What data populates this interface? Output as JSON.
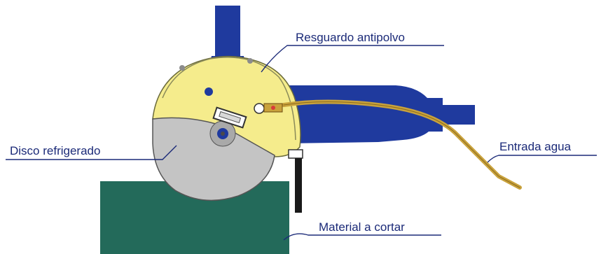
{
  "labels": {
    "dust_guard": "Resguardo antipolvo",
    "cooled_disc": "Disco refrigerado",
    "water_inlet": "Entrada agua",
    "material": "Material a cortar"
  },
  "colors": {
    "background": "#ffffff",
    "machine_body": "#1f3a9e",
    "dust_guard": "#f5ec8c",
    "disc": "#c4c4c4",
    "material": "#236a5a",
    "water_hose": "#c9a23c",
    "callout_text": "#1b2a78"
  }
}
